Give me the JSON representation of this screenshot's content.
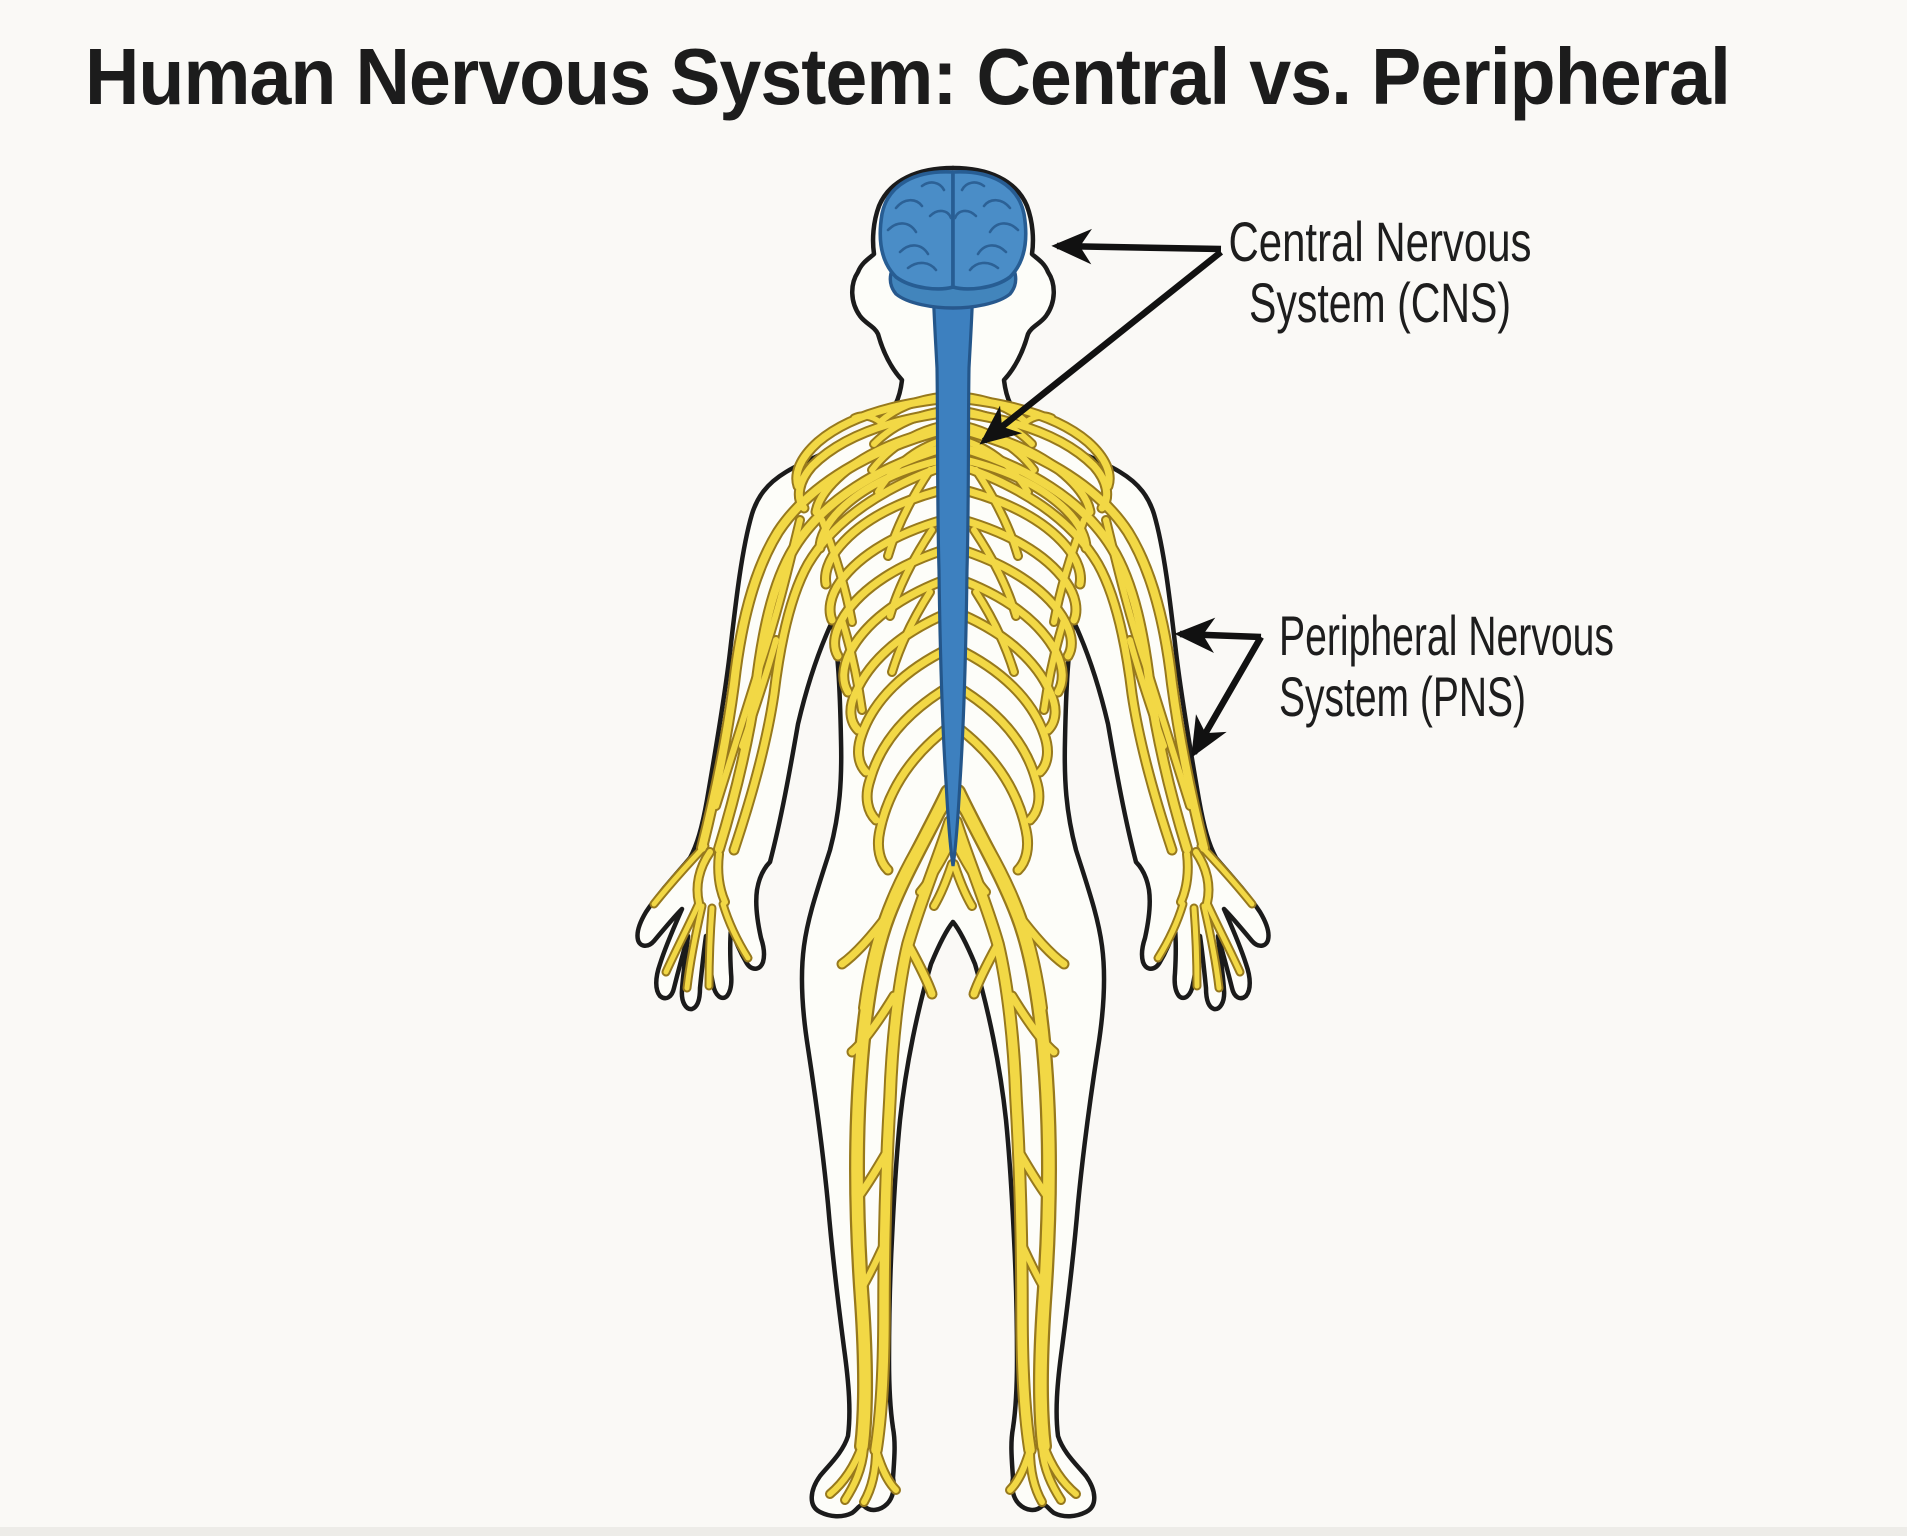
{
  "title": "Human Nervous System: Central vs. Peripheral",
  "labels": {
    "cns": {
      "line1": "Central Nervous",
      "line2": "System (CNS)"
    },
    "pns": {
      "line1": "Peripheral Nervous",
      "line2": "System (PNS)"
    }
  },
  "figure": {
    "view": "posterior view of human body",
    "cns_structures_shown": [
      "brain",
      "spinal cord"
    ],
    "pns_structures_shown": [
      "spinal and limb nerves branching through torso, arms, hands, legs and feet"
    ],
    "cns_arrow_targets": [
      "brain",
      "spinal cord"
    ],
    "pns_arrow_targets": [
      "right upper-arm nerves",
      "right forearm nerves"
    ]
  },
  "colors": {
    "background": "#faf9f6",
    "body_fill": "#fdfdf9",
    "body_outline": "#1b1b1b",
    "cns_blue": "#4a8dc7",
    "cns_blue_dark": "#275d93",
    "nerve_yellow": "#f2d845",
    "nerve_outline": "#97791d",
    "arrow_black": "#111111",
    "label_text": "#1d1d1d"
  }
}
